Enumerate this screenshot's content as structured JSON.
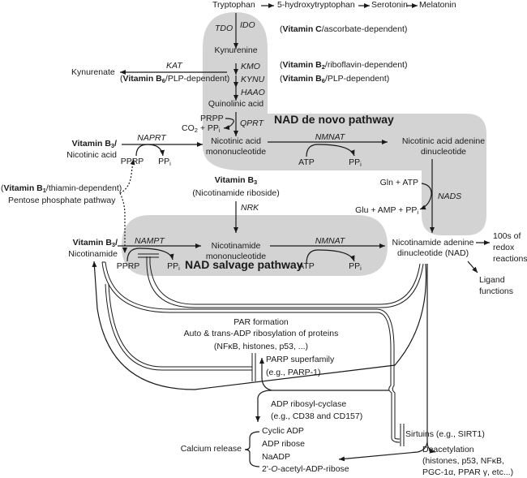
{
  "colors": {
    "pathway_bg": "#d3d3d3",
    "line": "#1a1a1a"
  },
  "top_chain": {
    "tryptophan": "Tryptophan",
    "hydroxytryptophan": "5-hydroxytryptophan",
    "serotonin": "Serotonin",
    "melatonin": "Melatonin"
  },
  "de_novo": {
    "title": "NAD de novo pathway",
    "tdo": "TDO",
    "ido": "IDO",
    "vitc_bold": "Vitamin C",
    "vitc_rest": "/ascorbate-dependent)",
    "kynurenine": "Kynurenine",
    "kmo": "KMO",
    "kynu": "KYNU",
    "haao": "HAAO",
    "vitb2_bold": "Vitamin B",
    "vitb2_sub": "2",
    "vitb2_rest": "/riboflavin-dependent)",
    "vitb6_bold": "Vitamin B",
    "vitb6_sub": "6",
    "vitb6_rest": "/PLP-dependent)",
    "quinolinic": "Quinolinic acid",
    "prpp": "PRPP",
    "co2": "CO",
    "co2_sub": "2",
    "pp_plus": " + PP",
    "i": "i",
    "qprt": "QPRT",
    "namn_1": "Nicotinic acid",
    "namn_2": "mononucleotide",
    "nmnat": "NMNAT",
    "atp": "ATP",
    "pp": "PP",
    "naad_1": "Nicotinic acid adenine",
    "naad_2": "dinucleotide",
    "gln_atp": "Gln + ATP",
    "glu_amp": "Glu + AMP + PP",
    "nads": "NADS"
  },
  "kat": {
    "kynurenate": "Kynurenate",
    "kat": "KAT",
    "vit_bold": "Vitamin B",
    "vit_sub": "6",
    "vit_rest": "/PLP-dependent)"
  },
  "preiss_handler": {
    "vit_bold": "Vitamin B",
    "vit_sub": "3",
    "vit_slash": "/",
    "nicotinic_acid": "Nicotinic acid",
    "naprt": "NAPRT",
    "pprp": "PPRP",
    "pp": "PP",
    "i": "i"
  },
  "ppp": {
    "vit_bold": "Vitamin B",
    "vit_sub": "1",
    "vit_rest": "/thiamin-dependent)",
    "pathway": "Pentose phosphate pathway"
  },
  "nr": {
    "vit_bold": "Vitamin B",
    "vit_sub": "3",
    "riboside": "(Nicotinamide riboside)",
    "nrk": "NRK"
  },
  "salvage": {
    "title": "NAD salvage pathway",
    "vit_bold": "Vitamin B",
    "vit_sub": "3",
    "vit_slash": "/",
    "nicotinamide": "Nicotinamide",
    "nampt": "NAMPT",
    "pprp": "PPRP",
    "pp": "PP",
    "i": "i",
    "nmn_1": "Nicotinamide",
    "nmn_2": "mononucleotide",
    "nmnat": "NMNAT",
    "atp": "ATP"
  },
  "nad": {
    "line1": "Nicotinamide adenine",
    "line2": "dinucleotide (NAD)",
    "redox_1": "100s of",
    "redox_2": "redox",
    "redox_3": "reactions",
    "ligand_1": "Ligand",
    "ligand_2": "functions"
  },
  "parp": {
    "formation": "PAR formation",
    "ribosylation": "Auto & trans-ADP ribosylation of proteins",
    "targets": "(NFκB, histones, p53, ...)",
    "superfamily": "PARP superfamily",
    "example": "(e.g., PARP-1)"
  },
  "cyclase": {
    "name": "ADP ribosyl-cyclase",
    "example": "(e.g., CD38 and CD157)",
    "products": [
      "Cyclic ADP",
      "ADP ribose",
      "NaADP"
    ],
    "oaadpr_pre": "2'-",
    "oaadpr_o": "O",
    "oaadpr_post": "-acetyl-ADP-ribose",
    "calcium": "Calcium release"
  },
  "sirtuins": {
    "name": "Sirtuins (e.g., SIRT1)",
    "deacetylation": "Deacetylation",
    "targets_1": "(histones, p53, NFκB,",
    "targets_2": "PGC-1α, PPAR γ, etc...)"
  }
}
